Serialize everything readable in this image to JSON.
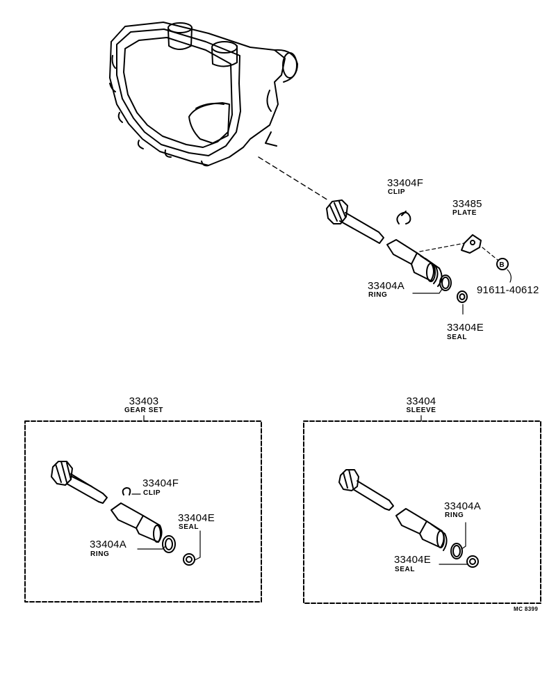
{
  "main": {
    "clip": {
      "part_no": "33404F",
      "name": "CLIP"
    },
    "plate": {
      "part_no": "33485",
      "name": "PLATE"
    },
    "ring": {
      "part_no": "33404A",
      "name": "RING"
    },
    "bolt": {
      "part_no": "91611-40612",
      "symbol": "B"
    },
    "seal": {
      "part_no": "33404E",
      "name": "SEAL"
    }
  },
  "gear_set_box": {
    "part_no": "33403",
    "name": "GEAR SET",
    "clip": {
      "part_no": "33404F",
      "name": "CLIP"
    },
    "seal": {
      "part_no": "33404E",
      "name": "SEAL"
    },
    "ring": {
      "part_no": "33404A",
      "name": "RING"
    }
  },
  "sleeve_box": {
    "part_no": "33404",
    "name": "SLEEVE",
    "ring": {
      "part_no": "33404A",
      "name": "RING"
    },
    "seal": {
      "part_no": "33404E",
      "name": "SEAL"
    }
  },
  "diagram_code": "MC 8399"
}
